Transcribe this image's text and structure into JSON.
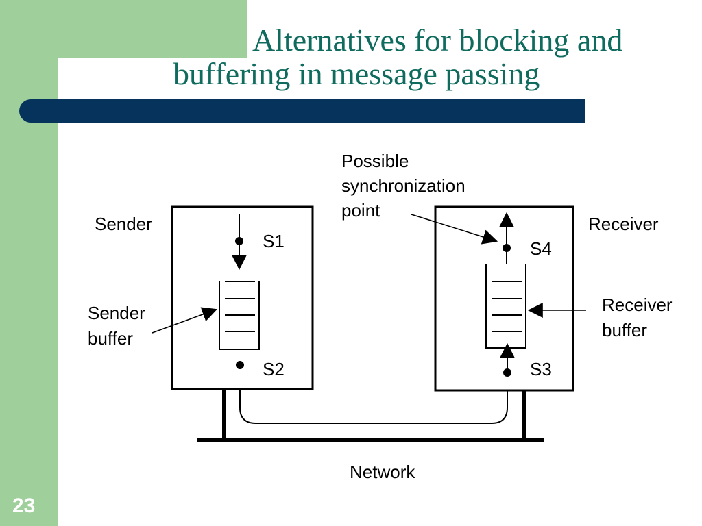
{
  "slide": {
    "title_line1": "Alternatives for blocking and",
    "title_line2": "buffering in message passing",
    "number": "23"
  },
  "diagram": {
    "sender_label": "Sender",
    "receiver_label": "Receiver",
    "sender_buffer_label": [
      "Sender",
      "buffer"
    ],
    "receiver_buffer_label": [
      "Receiver",
      "buffer"
    ],
    "sync_label": [
      "Possible",
      "synchronization",
      "point"
    ],
    "network_label": "Network",
    "points": [
      "S1",
      "S2",
      "S3",
      "S4"
    ]
  },
  "colors": {
    "accent_green": "#9fcf9a",
    "title_bar": "#06335c",
    "title_text": "#0f6b5e"
  }
}
